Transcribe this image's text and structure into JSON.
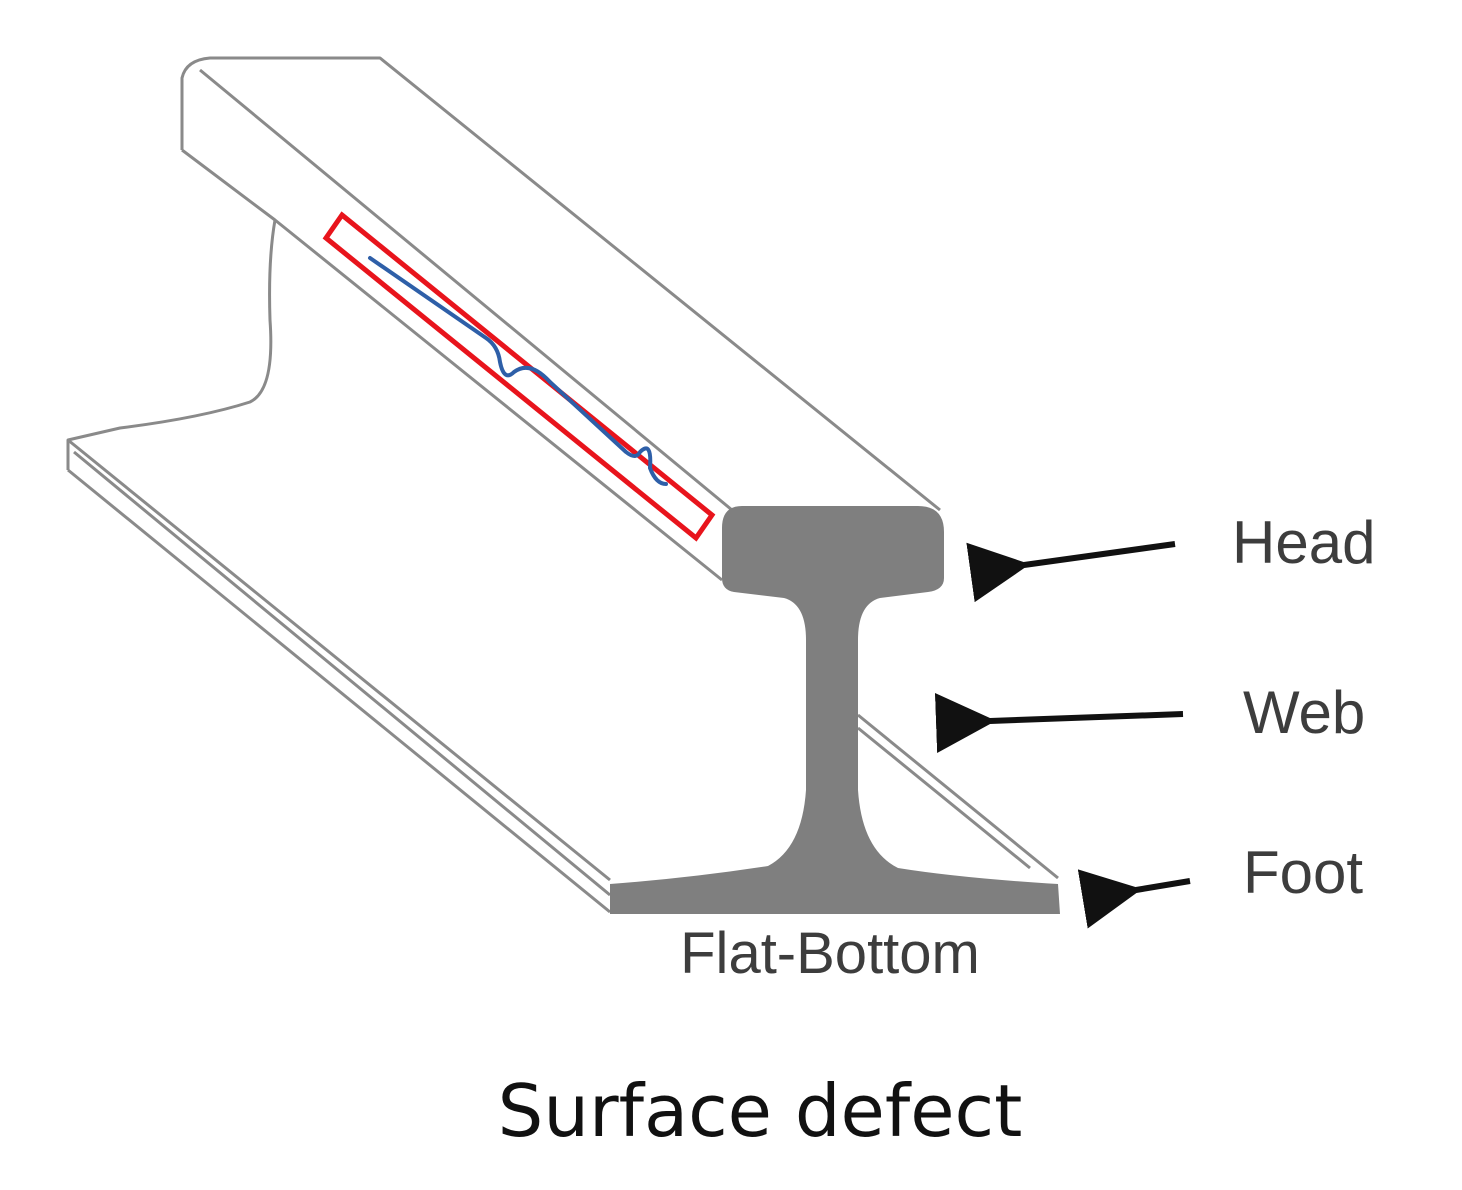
{
  "labels": {
    "head": "Head",
    "web": "Web",
    "foot": "Foot",
    "profile": "Flat-Bottom"
  },
  "caption": "Surface defect",
  "colors": {
    "rail_outline": "#8a8a8a",
    "rail_section": "#7f7f7f",
    "defect_box": "#e8141c",
    "crack_line": "#2e5fa8",
    "arrow": "#111111",
    "label_text": "#3d3d3d"
  }
}
